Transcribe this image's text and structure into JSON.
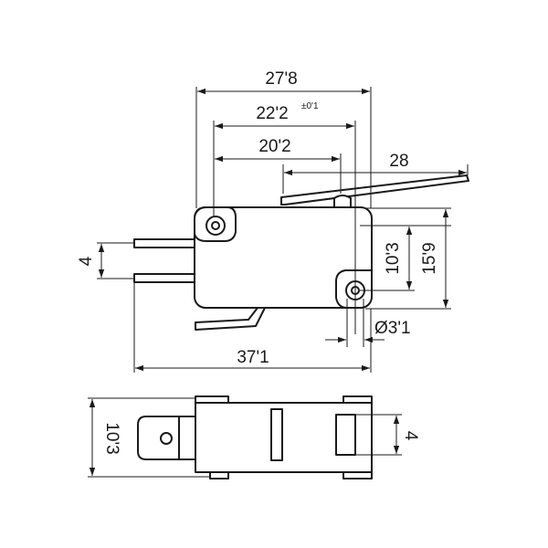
{
  "diagram": {
    "dimensions": {
      "top_width": "27'8",
      "actuator_pos": "22'2",
      "actuator_tol": "±0'1",
      "hole_pitch": "20'2",
      "lever_length": "28",
      "terminal_pitch": "4",
      "hole_vertical": "10'3",
      "body_height": "15'9",
      "hole_diameter": "Ø3'1",
      "overall_length": "37'1",
      "body_thickness": "10'3",
      "slot_width": "4"
    }
  }
}
